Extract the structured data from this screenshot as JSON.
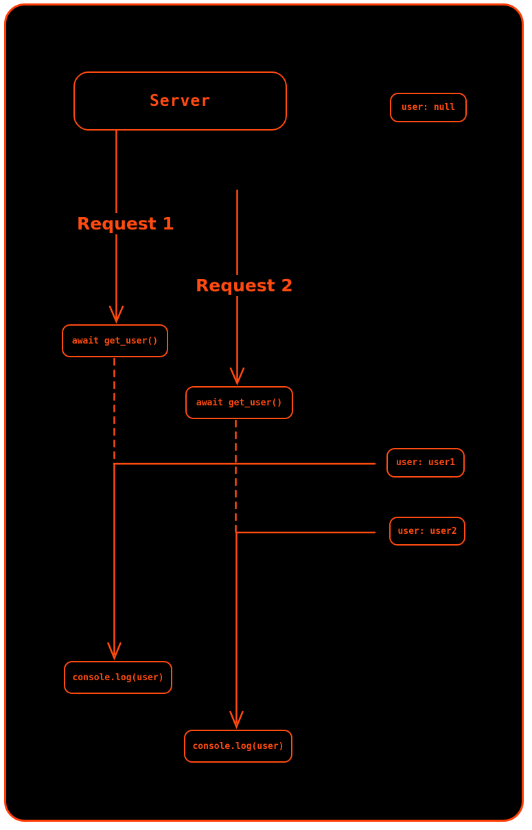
{
  "colors": {
    "accent": "#ff4a10",
    "frame_border": "#ff3d05",
    "canvas": "#000000",
    "page": "#ffffff"
  },
  "nodes": {
    "server": {
      "label": "Server"
    },
    "user_null": {
      "label": "user: null"
    },
    "await_1": {
      "label": "await get_user()"
    },
    "await_2": {
      "label": "await get_user()"
    },
    "user_user1": {
      "label": "user: user1"
    },
    "user_user2": {
      "label": "user: user2"
    },
    "console_1": {
      "label": "console.log(user)"
    },
    "console_2": {
      "label": "console.log(user)"
    }
  },
  "edges": {
    "request_1": {
      "label": "Request 1"
    },
    "request_2": {
      "label": "Request 2"
    }
  }
}
